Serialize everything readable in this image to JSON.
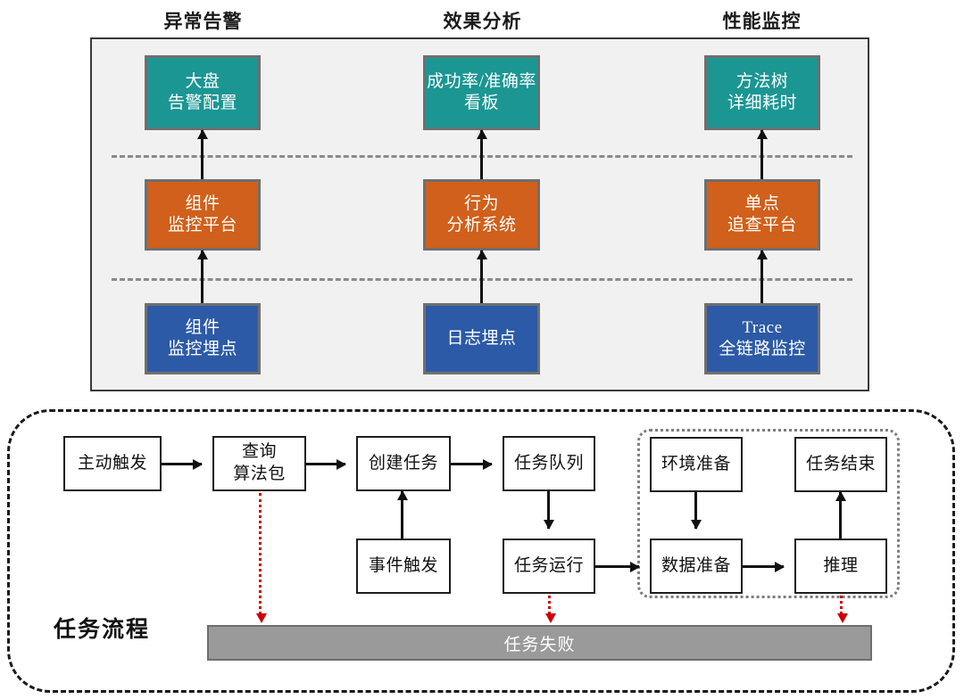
{
  "top_section": {
    "column_titles": [
      {
        "label": "异常告警"
      },
      {
        "label": "效果分析"
      },
      {
        "label": "性能监控"
      }
    ],
    "tiers": [
      {
        "name": "application-tier",
        "color": "#1b9693",
        "nodes": [
          {
            "label": "大盘\n告警配置"
          },
          {
            "label": "成功率/准确率\n看板"
          },
          {
            "label": "方法树\n详细耗时"
          }
        ]
      },
      {
        "name": "platform-tier",
        "color": "#d0601b",
        "nodes": [
          {
            "label": "组件\n监控平台"
          },
          {
            "label": "行为\n分析系统"
          },
          {
            "label": "单点\n追查平台"
          }
        ]
      },
      {
        "name": "collection-tier",
        "color": "#2c5aa6",
        "nodes": [
          {
            "label": "组件\n监控埋点"
          },
          {
            "label": "日志埋点"
          },
          {
            "label": "Trace\n全链路监控"
          }
        ]
      }
    ]
  },
  "bottom_section": {
    "title": "任务流程",
    "nodes": [
      {
        "id": "active-trigger",
        "label": "主动触发"
      },
      {
        "id": "query-algo-package",
        "label": "查询\n算法包"
      },
      {
        "id": "create-task",
        "label": "创建任务"
      },
      {
        "id": "task-queue",
        "label": "任务队列"
      },
      {
        "id": "event-trigger",
        "label": "事件触发"
      },
      {
        "id": "task-run",
        "label": "任务运行"
      },
      {
        "id": "env-prepare",
        "label": "环境准备"
      },
      {
        "id": "data-prepare",
        "label": "数据准备"
      },
      {
        "id": "inference",
        "label": "推理"
      },
      {
        "id": "task-end",
        "label": "任务结束"
      }
    ],
    "failure_bar": {
      "label": "任务失败",
      "color": "#9a9a9a"
    },
    "failure_arrow_color": "#cc0000"
  }
}
